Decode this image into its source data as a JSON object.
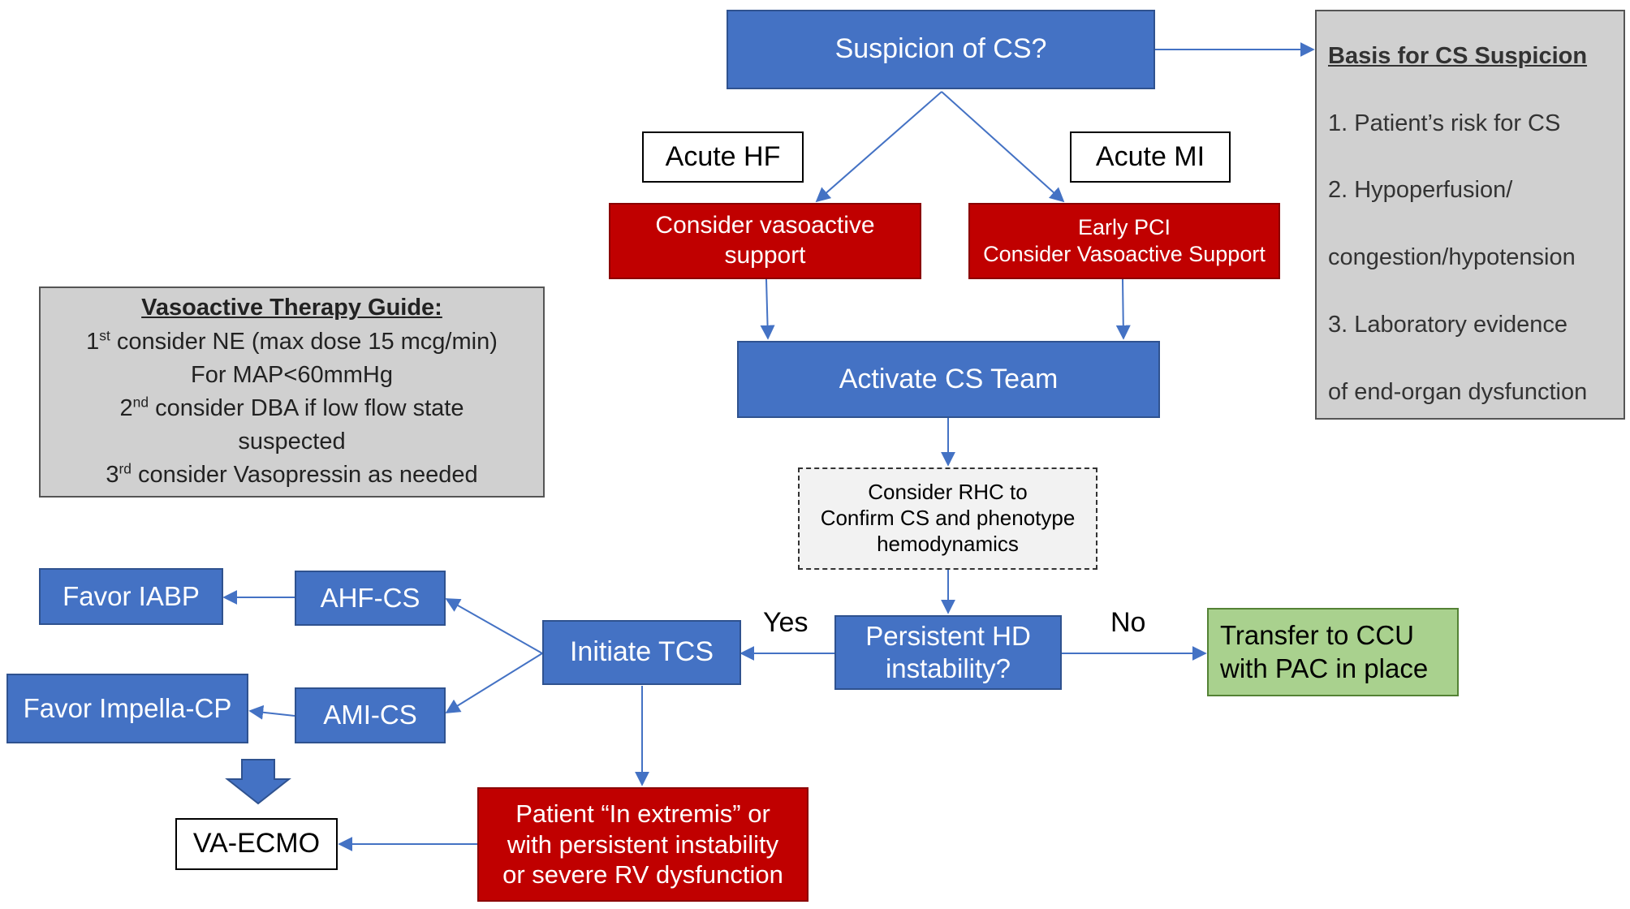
{
  "nodes": {
    "suspicion": "Suspicion of CS?",
    "acute_hf": "Acute HF",
    "acute_mi": "Acute MI",
    "vasoactive_support": [
      "Consider vasoactive",
      "support"
    ],
    "early_pci": [
      "Early PCI",
      "Consider Vasoactive Support"
    ],
    "activate_team": "Activate CS Team",
    "consider_rhc": [
      "Consider RHC to",
      "Confirm CS and phenotype",
      "hemodynamics"
    ],
    "persistent_hd": [
      "Persistent HD",
      "instability?"
    ],
    "transfer_ccu": [
      "Transfer to CCU",
      "with PAC in place"
    ],
    "initiate_tcs": "Initiate TCS",
    "ahf_cs": "AHF-CS",
    "ami_cs": "AMI-CS",
    "favor_iabp": "Favor IABP",
    "favor_impella": "Favor Impella-CP",
    "va_ecmo": "VA-ECMO",
    "extremis": [
      "Patient “In extremis” or",
      "with persistent instability",
      "or severe RV dysfunction"
    ]
  },
  "edge_labels": {
    "yes": "Yes",
    "no": "No"
  },
  "basis_box": {
    "title": "Basis for CS Suspicion",
    "lines": [
      "1. Patient’s risk for CS",
      "2. Hypoperfusion/",
      "congestion/hypotension",
      "3. Laboratory evidence",
      "of end-organ dysfunction"
    ]
  },
  "vaso_guide": {
    "title": "Vasoactive Therapy Guide:",
    "l1_sup": "st",
    "l1_rest": "consider NE (max dose 15 mcg/min)",
    "l2": "For MAP<60mmHg",
    "l3_sup": "nd",
    "l3_rest": "consider DBA if low flow state",
    "l4": "suspected",
    "l5_sup": "rd",
    "l5_rest": "consider Vasopressin as needed",
    "n1": "1",
    "n2": "2",
    "n3": "3"
  },
  "colors": {
    "blue": "#4472c4",
    "red": "#c00000",
    "green": "#a9d18e",
    "gray": "#d0d0d0",
    "arrow": "#4472c4"
  }
}
